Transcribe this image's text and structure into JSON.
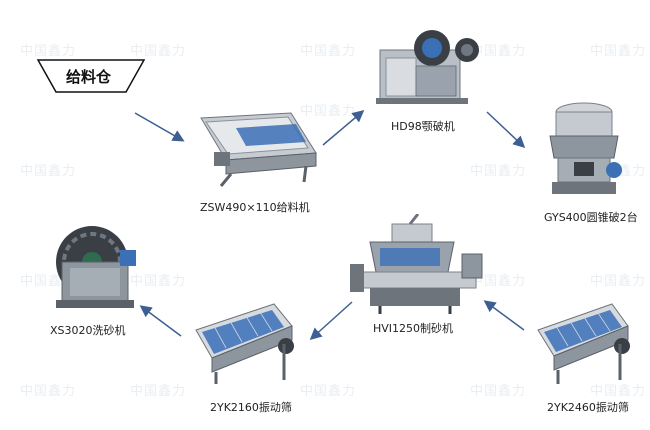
{
  "watermark": "中国鑫力",
  "feed_bin": {
    "label": "给料仓"
  },
  "machines": {
    "feeder": {
      "label": "ZSW490×110给料机"
    },
    "jaw_crusher": {
      "label": "HD98颚破机"
    },
    "cone_crusher": {
      "label": "GYS400圆锥破2台"
    },
    "sand_maker": {
      "label": "HVI1250制砂机"
    },
    "screen_2460": {
      "label": "2YK2460振动筛"
    },
    "screen_2160": {
      "label": "2YK2160振动筛"
    },
    "sand_washer": {
      "label": "XS3020洗砂机"
    }
  },
  "colors": {
    "arrow": "#3d5f92",
    "steel": "#9aa3ad",
    "blue": "#3b6fb6",
    "dark": "#3a3f46"
  }
}
